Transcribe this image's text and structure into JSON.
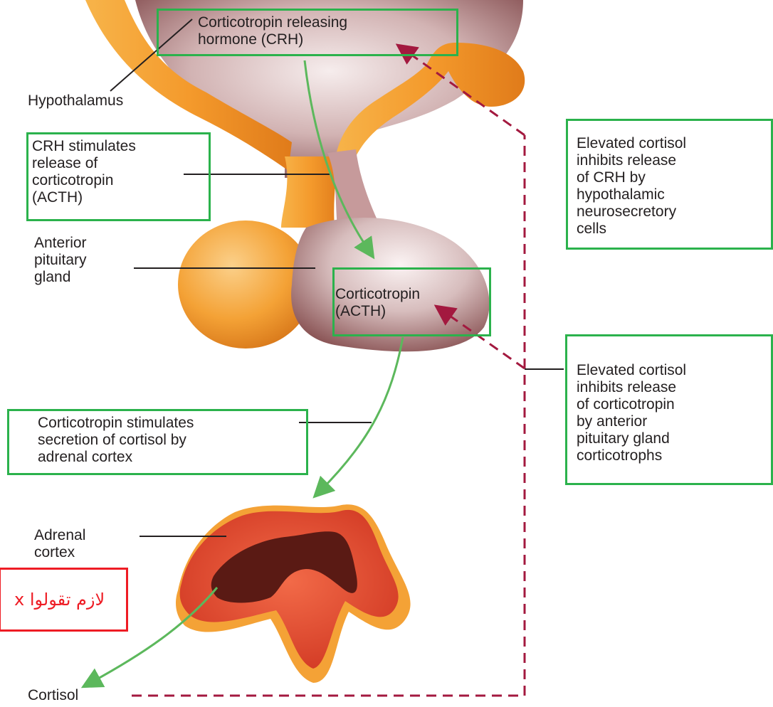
{
  "labels": {
    "crh_top": "Corticotropin releasing\nhormone (CRH)",
    "hypothalamus": "Hypothalamus",
    "crh_stimulates": "CRH stimulates\nrelease of\ncorticotropin\n(ACTH)",
    "anterior_pituitary": "Anterior\npituitary\ngland",
    "acth": "Corticotropin\n(ACTH)",
    "corticotropin_stimulates": "Corticotropin stimulates\nsecretion of cortisol by\nadrenal cortex",
    "adrenal_cortex": "Adrenal\ncortex",
    "cortisol": "Cortisol",
    "inhibit_crh": "Elevated cortisol\ninhibits release\nof CRH by\nhypothalamic\nneurosecretory\ncells",
    "inhibit_acth": "Elevated cortisol\ninhibits release\nof corticotropin\nby anterior\npituitary gland\ncorticotrophs",
    "arabic_note": "لازم تقولوا x"
  },
  "colors": {
    "highlight_box": "#2bb24c",
    "note_box": "#ee1c24",
    "stimulation_arrow": "#5cb85c",
    "feedback_dashed": "#a3193f",
    "gland_orange": "#f4a236",
    "tissue_mauve": "#b9888a",
    "adrenal_red": "#e8402a"
  }
}
